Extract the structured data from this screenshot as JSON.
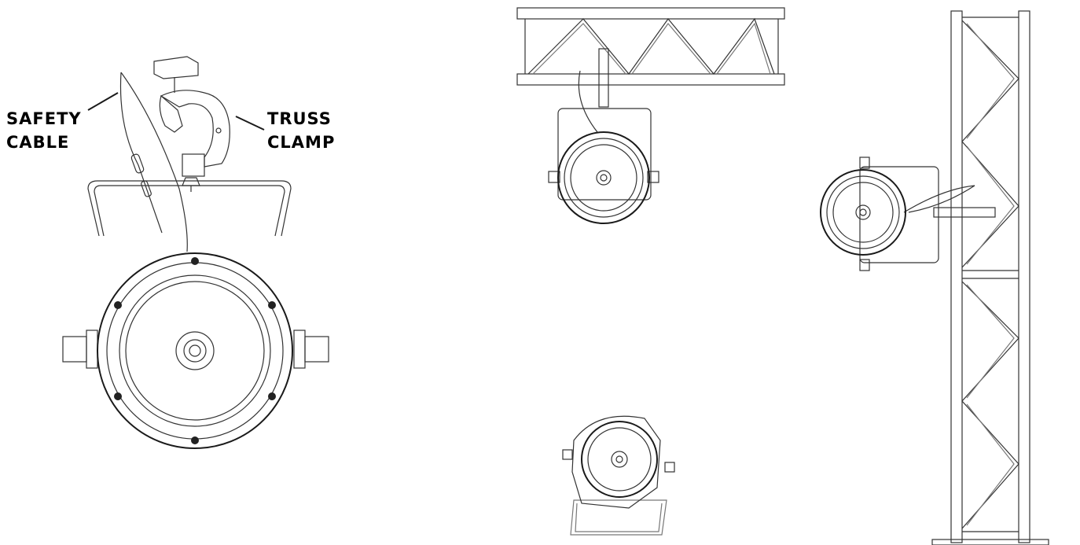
{
  "labels": {
    "safety_line1": "SAFETY",
    "safety_line2": "CABLE",
    "truss_line1": "TRUSS",
    "truss_line2": "CLAMP"
  }
}
